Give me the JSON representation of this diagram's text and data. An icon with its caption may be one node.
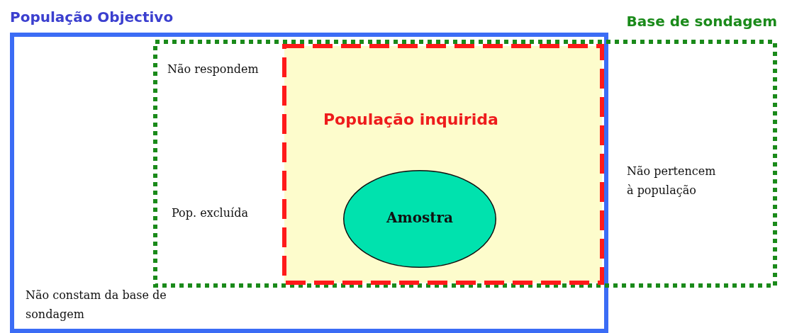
{
  "diagram": {
    "nodes": [
      {
        "text": [
          "População Objectivo"
        ]
      },
      {
        "text": [
          "Base de sondagem"
        ]
      },
      {
        "text": [
          "População inquirida"
        ]
      },
      {
        "text": [
          "Amostra"
        ],
        "in": 2
      }
    ],
    "labels": [
      "Não respondem",
      "Pop. excluída",
      "Não pertencem à população",
      "Não constam da base de sondagem"
    ]
  }
}
